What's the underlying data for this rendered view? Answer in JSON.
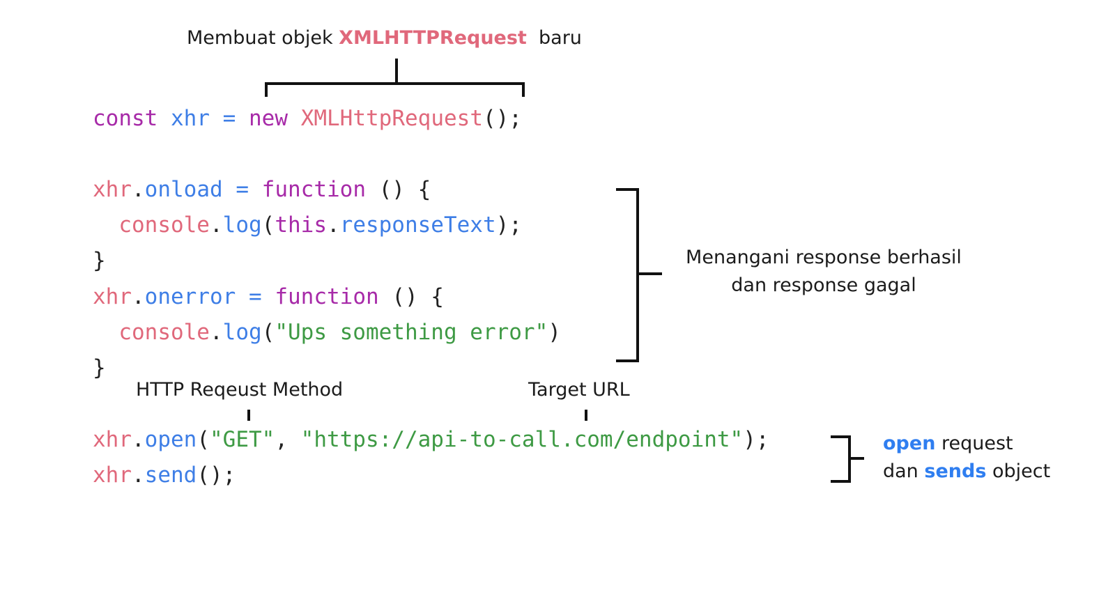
{
  "annotations": {
    "new_object": {
      "prefix": "Membuat objek ",
      "highlight": "XMLHTTPRequest",
      "suffix": "  baru"
    },
    "handlers": {
      "line1": "Menangani response berhasil",
      "line2": "dan response gagal"
    },
    "method_label": "HTTP Reqeust Method",
    "url_label": "Target URL",
    "open_send": {
      "line1_highlight": "open",
      "line1_rest": " request",
      "line2_prefix": "dan ",
      "line2_highlight": "sends",
      "line2_rest": " object"
    }
  },
  "code": {
    "l1": {
      "t1": "const",
      "t2": " ",
      "t3": "xhr",
      "t4": " ",
      "t5": "=",
      "t6": " ",
      "t7": "new",
      "t8": " ",
      "t9": "XMLHttpRequest",
      "t10": "();"
    },
    "l2": {
      "t1": "xhr",
      "t2": ".",
      "t3": "onload",
      "t4": " ",
      "t5": "=",
      "t6": " ",
      "t7": "function",
      "t8": " () {"
    },
    "l3": {
      "t0": "  ",
      "t1": "console",
      "t2": ".",
      "t3": "log",
      "t4": "(",
      "t5": "this",
      "t6": ".",
      "t7": "responseText",
      "t8": ");"
    },
    "l4": {
      "t1": "}"
    },
    "l5": {
      "t1": "xhr",
      "t2": ".",
      "t3": "onerror",
      "t4": " ",
      "t5": "=",
      "t6": " ",
      "t7": "function",
      "t8": " () {"
    },
    "l6": {
      "t0": "  ",
      "t1": "console",
      "t2": ".",
      "t3": "log",
      "t4": "(",
      "t5": "\"Ups something error\"",
      "t6": ")"
    },
    "l7": {
      "t1": "}"
    },
    "l8": {
      "t1": "xhr",
      "t2": ".",
      "t3": "open",
      "t4": "(",
      "t5": "\"GET\"",
      "t6": ", ",
      "t7": "\"https://api-to-call.com/endpoint\"",
      "t8": ");"
    },
    "l9": {
      "t1": "xhr",
      "t2": ".",
      "t3": "send",
      "t4": "();"
    }
  },
  "colors": {
    "keyword": "#a72aa8",
    "identifier": "#e0687b",
    "property": "#3e7ee6",
    "string": "#3e9a44",
    "bracket": "#111111"
  }
}
